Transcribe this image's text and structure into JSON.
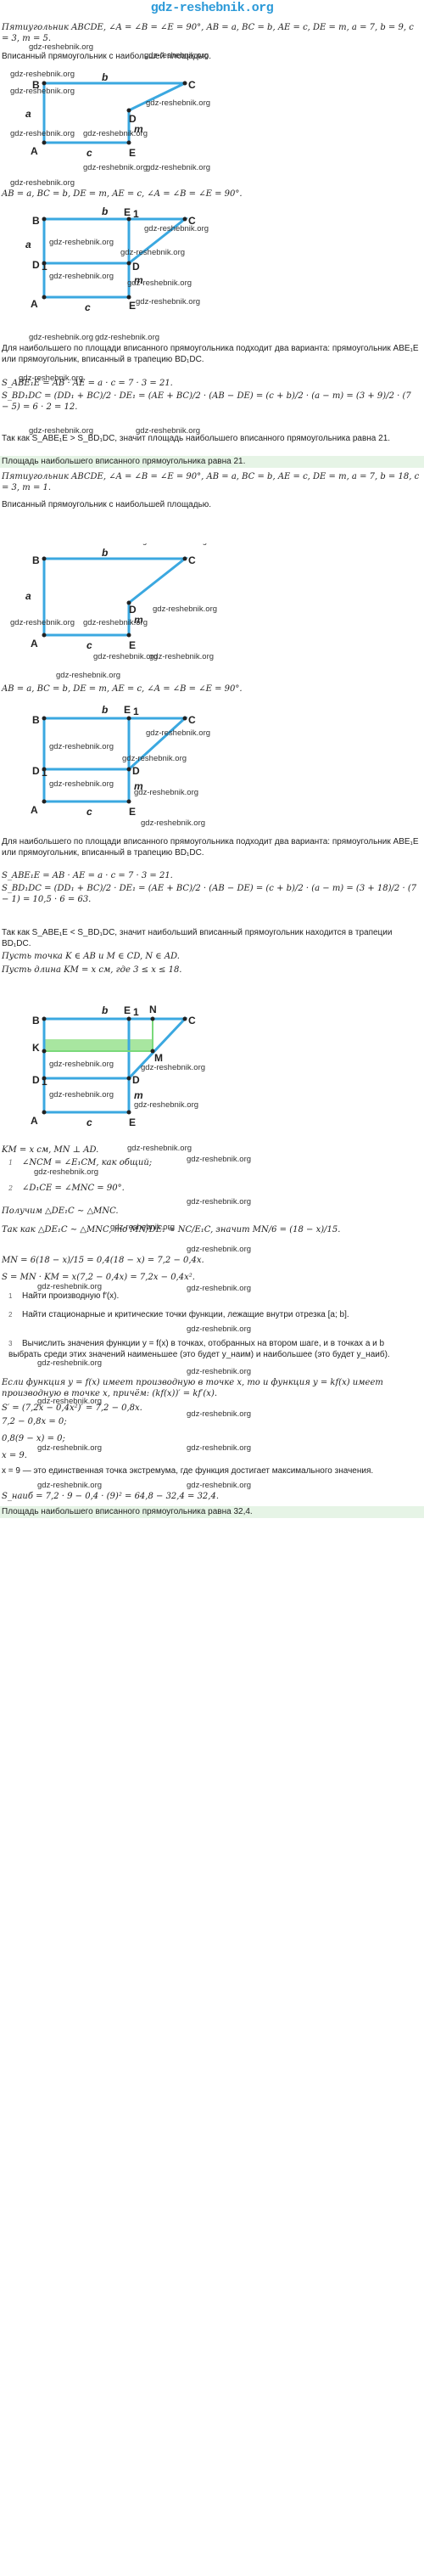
{
  "header": {
    "site": "gdz-reshebnik.org"
  },
  "watermark": "gdz-reshebnik.org",
  "problem1": {
    "statement": "Пятиугольник ABCDE, ∠A = ∠B = ∠E = 90°, AB = a, BC = b, AE = c, DE = m, a = 7, b = 9, c = 3, m = 5.",
    "subtitle": "Вписанный прямоугольник с наибольшей площадью.",
    "labels": {
      "A": "A",
      "B": "B",
      "C": "C",
      "D": "D",
      "E": "E",
      "E1": "E",
      "E1sub": "1",
      "D1": "D",
      "D1sub": "1"
    },
    "sides": {
      "a": "a",
      "b": "b",
      "c": "c",
      "m": "m"
    },
    "given": "AB = a, BC = b, DE = m, AE = c, ∠A = ∠B = ∠E = 90°.",
    "text1": "Для наибольшего по площади вписанного прямоугольника подходит два варианта: прямоугольник ABE₁E или прямоугольник, вписанный в трапецию BD₁DC.",
    "calc1": "S_ABE₁E = AB · AE = a · c = 7 · 3 = 21.",
    "calc2": "S_BD₁DC = (DD₁ + BC)/2 · DE₁ = (AE + BC)/2 · (AB − DE) = (c + b)/2 · (a − m) = (3 + 9)/2 · (7 − 5) = 6 · 2 = 12.",
    "conclusion": "Так как S_ABE₁E > S_BD₁DC, значит площадь наибольшего вписанного прямоугольника равна 21.",
    "answer": "Площадь наибольшего вписанного прямоугольника равна 21."
  },
  "problem2": {
    "statement": "Пятиугольник ABCDE, ∠A = ∠B = ∠E = 90°, AB = a, BC = b, AE = c, DE = m, a = 7, b = 18, c = 3, m = 1.",
    "subtitle": "Вписанный прямоугольник с наибольшей площадью.",
    "given": "AB = a, BC = b, DE = m, AE = c, ∠A = ∠B = ∠E = 90°.",
    "text1": "Для наибольшего по площади вписанного прямоугольника подходит два варианта: прямоугольник ABE₁E или прямоугольник, вписанный в трапецию BD₁DC.",
    "calc1": "S_ABE₁E = AB · AE = a · c = 7 · 3 = 21.",
    "calc2": "S_BD₁DC = (DD₁ + BC)/2 · DE₁ = (AE + BC)/2 · (AB − DE) = (c + b)/2 · (a − m) = (3 + 18)/2 · (7 − 1) = 10,5 · 6 = 63.",
    "conclusion": "Так как S_ABE₁E < S_BD₁DC, значит наибольший вписанный прямоугольник находится в трапеции BD₁DC.",
    "point": "Пусть точка K ∈ AB и M ∈ CD, N ∈ AD.",
    "length": "Пусть длина KM = x см, где 3 ≤ x ≤ 18.",
    "labels3": {
      "N": "N",
      "K": "K",
      "M": "M"
    },
    "km": "KM = x см, MN ⊥ AD.",
    "steps": [
      {
        "n": "1",
        "t": "∠NCM = ∠E₁CM, как общий;"
      },
      {
        "n": "2",
        "t": "∠D₁CE = ∠MNC = 90°."
      }
    ],
    "similar": "Получим △DE₁C ∼ △MNC.",
    "ratio": "Так как △DE₁C ∼ △MNC, то MN/DE₁ = NC/E₁C, значит MN/6 = (18 − x)/15.",
    "mn": "MN = 6(18 − x)/15 = 0,4(18 − x) = 7,2 − 0,4x.",
    "area": "S = MN · KM = x(7,2 − 0,4x) = 7,2x − 0,4x².",
    "alg": [
      {
        "n": "1",
        "t": "Найти производную f′(x)."
      },
      {
        "n": "2",
        "t": "Найти стационарные и критические точки функции, лежащие внутри отрезка [a; b]."
      },
      {
        "n": "3",
        "t": "Вычислить значения функции y = f(x) в точках, отобранных на втором шаге, и в точках a и b выбрать среди этих значений наименьшее (это будет y_наим) и наибольшее (это будет y_наиб)."
      }
    ],
    "rule": "Если функция y = f(x) имеет производную в точке x, то и функция y = kf(x) имеет производную в точке x, причём: (kf(x))′ = kf′(x).",
    "deriv": "S′ = (7,2x − 0,4x²)′ = 7,2 − 0,8x.",
    "eq1": "7,2 − 0,8x = 0;",
    "eq2": "0,8(9 − x) = 0;",
    "eq3": "x = 9.",
    "extremum": "x = 9 — это единственная точка экстремума, где функция достигает максимального значения.",
    "smax": "S_наиб = 7,2 · 9 − 0,4 · (9)² = 64,8 − 32,4 = 32,4.",
    "answer": "Площадь наибольшего вписанного прямоугольника равна 32,4."
  },
  "colors": {
    "accent": "#2d9ad8",
    "answer_bg": "#e6f4e6",
    "highlight": "#a8e6a0"
  }
}
